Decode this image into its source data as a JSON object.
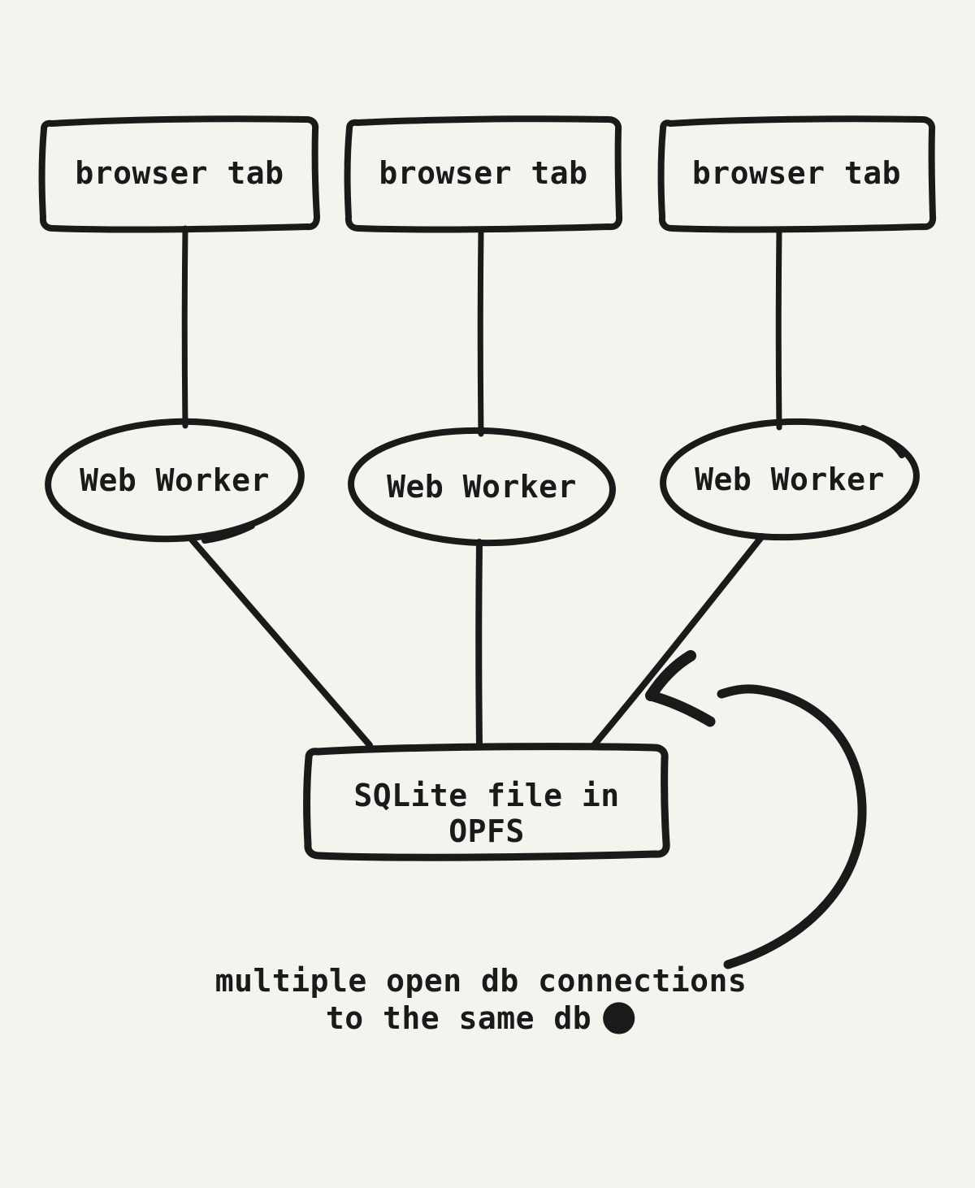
{
  "colors": {
    "background": "#f5f3ee",
    "ink": "#1a1a1a"
  },
  "nodes": {
    "browser_tabs": [
      {
        "id": "browser-tab-1",
        "label": "browser tab"
      },
      {
        "id": "browser-tab-2",
        "label": "browser tab"
      },
      {
        "id": "browser-tab-3",
        "label": "browser tab"
      }
    ],
    "web_workers": [
      {
        "id": "web-worker-1",
        "label": "Web Worker"
      },
      {
        "id": "web-worker-2",
        "label": "Web Worker"
      },
      {
        "id": "web-worker-3",
        "label": "Web Worker"
      }
    ],
    "sqlite_file": {
      "id": "sqlite-file",
      "label_line1": "SQLite file in",
      "label_line2": "OPFS"
    }
  },
  "edges": [
    {
      "from": "browser-tab-1",
      "to": "web-worker-1"
    },
    {
      "from": "browser-tab-2",
      "to": "web-worker-2"
    },
    {
      "from": "browser-tab-3",
      "to": "web-worker-3"
    },
    {
      "from": "web-worker-1",
      "to": "sqlite-file"
    },
    {
      "from": "web-worker-2",
      "to": "sqlite-file"
    },
    {
      "from": "web-worker-3",
      "to": "sqlite-file"
    }
  ],
  "annotation": {
    "caption_line1": "multiple open db connections",
    "caption_line2": "to the same db",
    "emoji_icon": "frowning-face",
    "arrow_points_to": "edge from web-worker-3 to sqlite-file"
  }
}
